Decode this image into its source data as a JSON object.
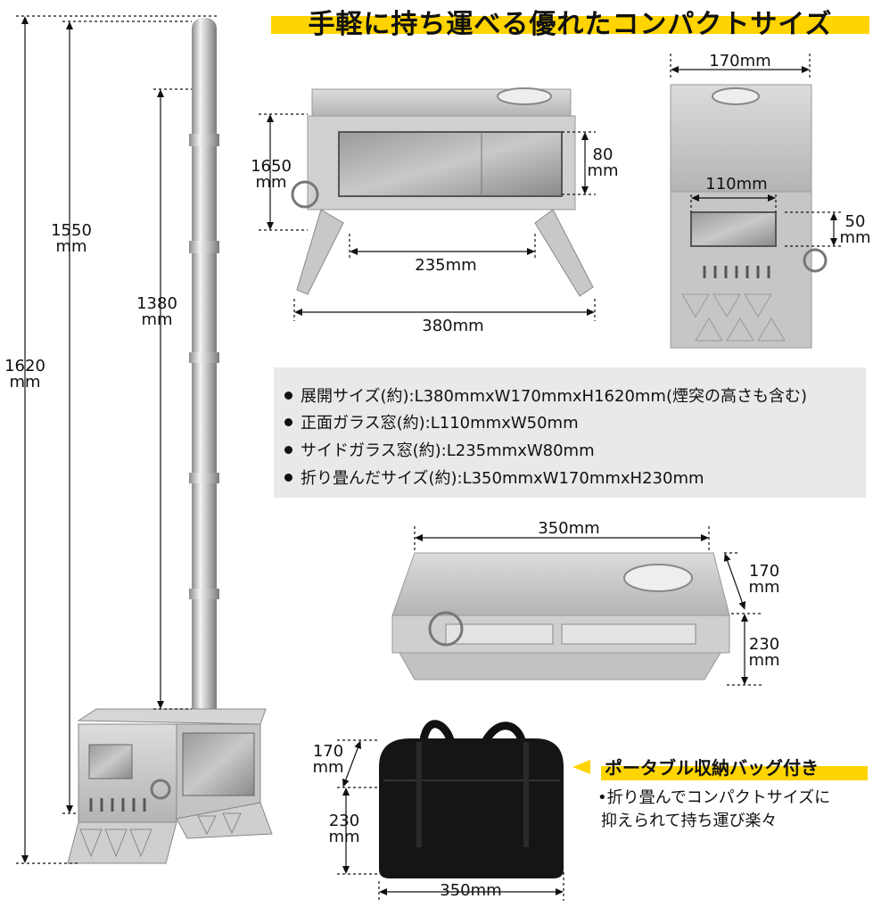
{
  "title": "手軽に持ち運べる優れたコンパクトサイズ",
  "dims": {
    "h1620": {
      "num": "1620",
      "unit": "mm"
    },
    "h1550": {
      "num": "1550",
      "unit": "mm"
    },
    "h1380": {
      "num": "1380",
      "unit": "mm"
    },
    "front_h": {
      "num": "1650",
      "unit": "mm"
    },
    "glass_h": {
      "num": "80",
      "unit": "mm"
    },
    "w235": "235mm",
    "w380": "380mm",
    "w170": "170mm",
    "w110": "110mm",
    "h50": {
      "num": "50",
      "unit": "mm"
    },
    "fold_w350": "350mm",
    "fold_d170": {
      "num": "170",
      "unit": "mm"
    },
    "fold_h230": {
      "num": "230",
      "unit": "mm"
    },
    "bag_d170": {
      "num": "170",
      "unit": "mm"
    },
    "bag_h230": {
      "num": "230",
      "unit": "mm"
    },
    "bag_w350": "350mm"
  },
  "specs": [
    "展開サイズ(約):L380mmxW170mmxH1620mm(煙突の高さも含む)",
    "正面ガラス窓(約):L110mmxW50mm",
    "サイドガラス窓(約):L235mmxW80mm",
    "折り畳んだサイズ(約):L350mmxW170mmxH230mm"
  ],
  "bag": {
    "title": "ポータブル収納バッグ付き",
    "desc_line1": "•折り畳んでコンパクトサイズに",
    "desc_line2": "抑えられて持ち運び楽々"
  },
  "colors": {
    "accent": "#ffd400",
    "steel": "#c8c8c8",
    "bag": "#111111"
  }
}
